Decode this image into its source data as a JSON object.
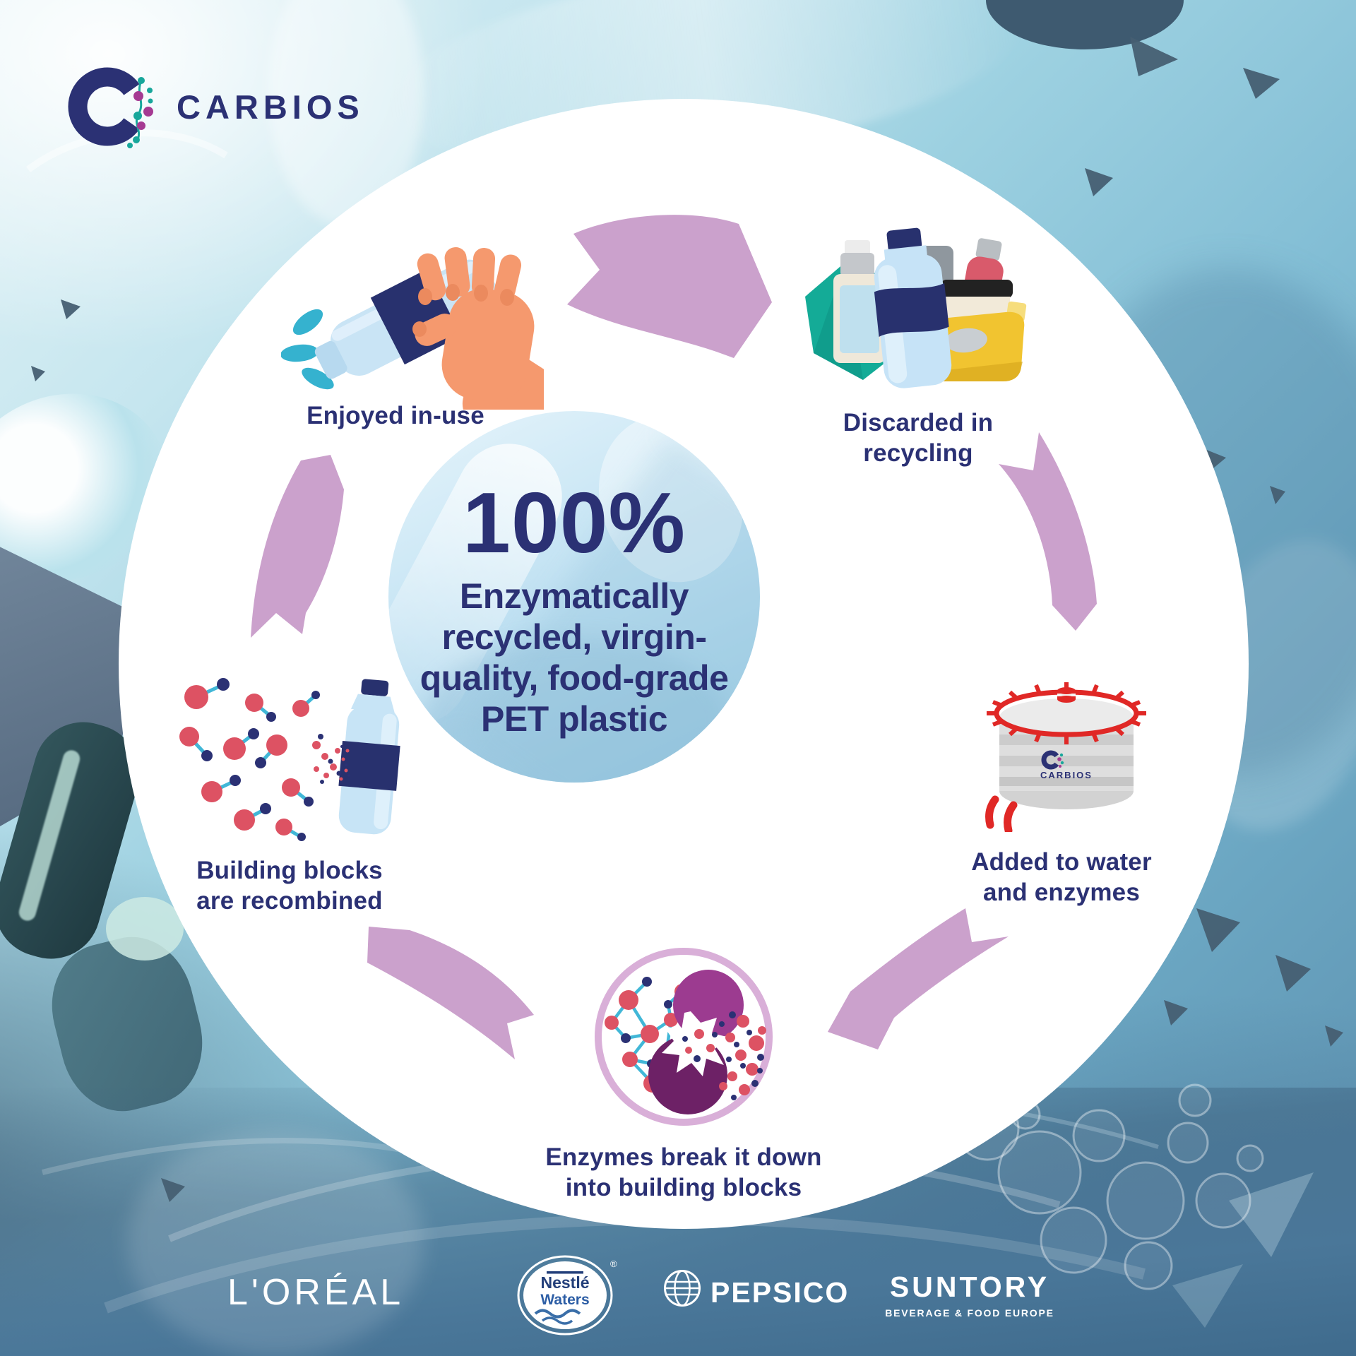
{
  "brand": {
    "name": "CARBIOS"
  },
  "center": {
    "headline": "100%",
    "subheadline": "Enzymatically\nrecycled, virgin-\nquality, food-grade\nPET plastic"
  },
  "steps": [
    {
      "label": "Enjoyed in-use",
      "icon": "bottle-pouring-hand-icon"
    },
    {
      "label": "Discarded in\nrecycling",
      "icon": "plastic-waste-pile-icon"
    },
    {
      "label": "Added to water\nand enzymes",
      "icon": "carbios-reactor-icon"
    },
    {
      "label": "Enzymes break it down\ninto building blocks",
      "icon": "enzyme-breakdown-icon"
    },
    {
      "label": "Building blocks\nare recombined",
      "icon": "molecules-bottle-icon"
    }
  ],
  "reactor": {
    "brand": "CARBIOS"
  },
  "partners": {
    "loreal": "L'ORÉAL",
    "nestle_line1": "Nestlé",
    "nestle_line2": "Waters",
    "nestle_reg": "®",
    "pepsico": "PEPSICO",
    "suntory": "SUNTORY",
    "suntory_subtitle": "BEVERAGE & FOOD EUROPE"
  },
  "colors": {
    "accent_navy": "#2b3174",
    "arrow": "#cba1cc",
    "teal": "#35b2cf",
    "red": "#dd5263",
    "purple_light": "#9c3b90",
    "purple_dark": "#6d2166",
    "reactor_red": "#e02826"
  }
}
